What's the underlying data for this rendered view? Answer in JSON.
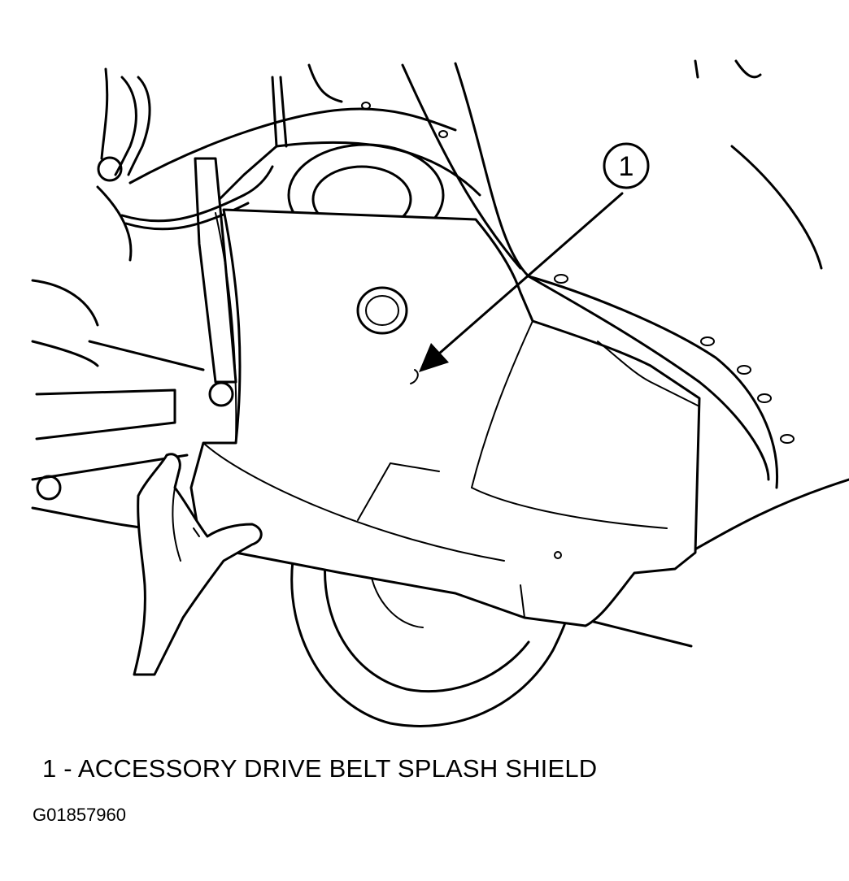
{
  "callout": {
    "number": "1"
  },
  "legend": {
    "item_1": "1 - ACCESSORY DRIVE BELT SPLASH SHIELD"
  },
  "figure_id": "G01857960",
  "icons": [
    "callout-arrow-icon",
    "hand-icon"
  ]
}
